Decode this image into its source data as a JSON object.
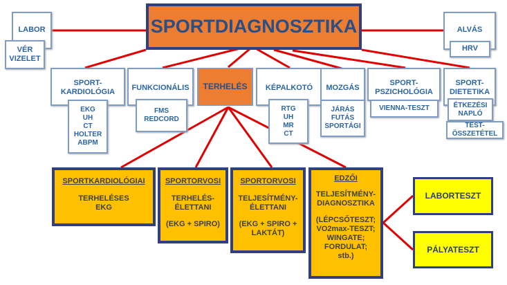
{
  "title": "SPORTDIAGNOSZTIKA",
  "left": {
    "label": "LABOR",
    "sub": "VÉR\nVIZELET"
  },
  "right": {
    "label": "ALVÁS",
    "sub": "HRV"
  },
  "categories": [
    {
      "label": "SPORT-\nKARDIOLÓGIA",
      "sub": "EKG\nUH\nCT\nHOLTER\nABPM"
    },
    {
      "label": "FUNKCIONÁLIS",
      "sub": "FMS\nREDCORD"
    },
    {
      "label": "TERHELÉS"
    },
    {
      "label": "KÉPALKOTÓ",
      "sub": "RTG\nUH\nMR\nCT"
    },
    {
      "label": "MOZGÁS",
      "sub": "JÁRÁS\nFUTÁS\nSPORTÁGI"
    },
    {
      "label": "SPORT-\nPSZICHOLÓGIA",
      "sub": "VIENNA-TESZT"
    },
    {
      "label": "SPORT-\nDIETETIKA",
      "sub": "ÉTKEZÉSI\nNAPLÓ",
      "sub2": "TEST-\nÖSSZETÉTEL"
    }
  ],
  "load_tests": [
    {
      "head": "SPORTKARDIOLÓGIAI",
      "body": "TERHELÉSES\nEKG"
    },
    {
      "head": "SPORTORVOSI",
      "body": "TERHELÉS-\nÉLETTANI",
      "extra": "(EKG + SPIRO)"
    },
    {
      "head": "SPORTORVOSI",
      "body": "TELJESÍTMÉNY-\nÉLETTANI",
      "extra": "(EKG + SPIRO +\nLAKTÁT)"
    },
    {
      "head": "EDZŐI",
      "body": "TELJESÍTMÉNY-\nDIAGNOSZTIKA",
      "extra": "(LÉPCSŐTESZT;\nVO2max-TESZT;\nWINGATE;\nFORDULAT;\nstb.)"
    }
  ],
  "coach_tests": [
    "LABORTESZT",
    "PÁLYATESZT"
  ],
  "colors": {
    "line": "#E00000",
    "orange": "#ED7D31",
    "yellow": "#FFC000",
    "bright_yellow": "#FFFF00",
    "border": "#2F3F7F"
  }
}
